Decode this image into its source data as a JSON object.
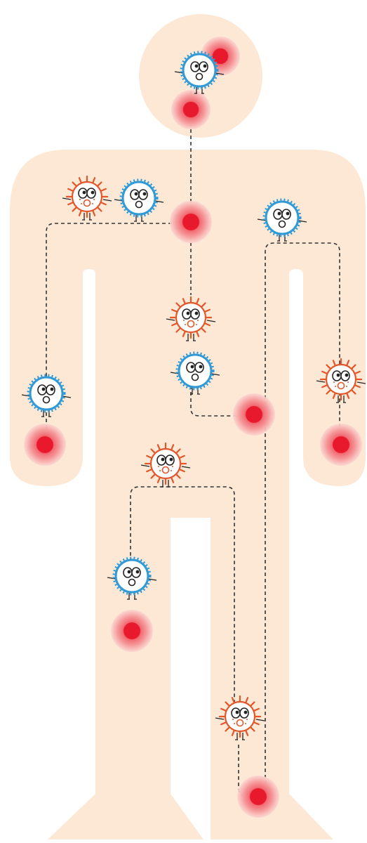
{
  "colors": {
    "body_fill": "#fce8d5",
    "background": "#ffffff",
    "path_stroke": "#333333",
    "hotspot_core": "#e8192c",
    "hotspot_ring": "#f47a80",
    "hotspot_halo": "#f9c3c0",
    "virus_blue": "#2f9ad6",
    "virus_orange": "#e2562b",
    "face_ink": "#222222"
  },
  "hotspots": [
    {
      "id": "head-top"
    },
    {
      "id": "head-bottom"
    },
    {
      "id": "chest"
    },
    {
      "id": "left-hand"
    },
    {
      "id": "abdomen"
    },
    {
      "id": "right-hand"
    },
    {
      "id": "left-knee"
    },
    {
      "id": "right-foot"
    }
  ],
  "viruses": [
    {
      "id": "head",
      "type": "blue"
    },
    {
      "id": "shoulder-orange",
      "type": "orange"
    },
    {
      "id": "shoulder-blue",
      "type": "blue"
    },
    {
      "id": "right-shoulder",
      "type": "blue"
    },
    {
      "id": "torso-orange",
      "type": "orange"
    },
    {
      "id": "torso-blue",
      "type": "blue"
    },
    {
      "id": "left-arm",
      "type": "blue"
    },
    {
      "id": "right-arm",
      "type": "orange"
    },
    {
      "id": "hip",
      "type": "orange"
    },
    {
      "id": "left-leg",
      "type": "blue"
    },
    {
      "id": "right-leg",
      "type": "orange"
    }
  ],
  "paths": [
    {
      "id": "spine"
    },
    {
      "id": "left-arm-route"
    },
    {
      "id": "right-side-route"
    },
    {
      "id": "abdomen-route"
    },
    {
      "id": "leg-route"
    }
  ]
}
